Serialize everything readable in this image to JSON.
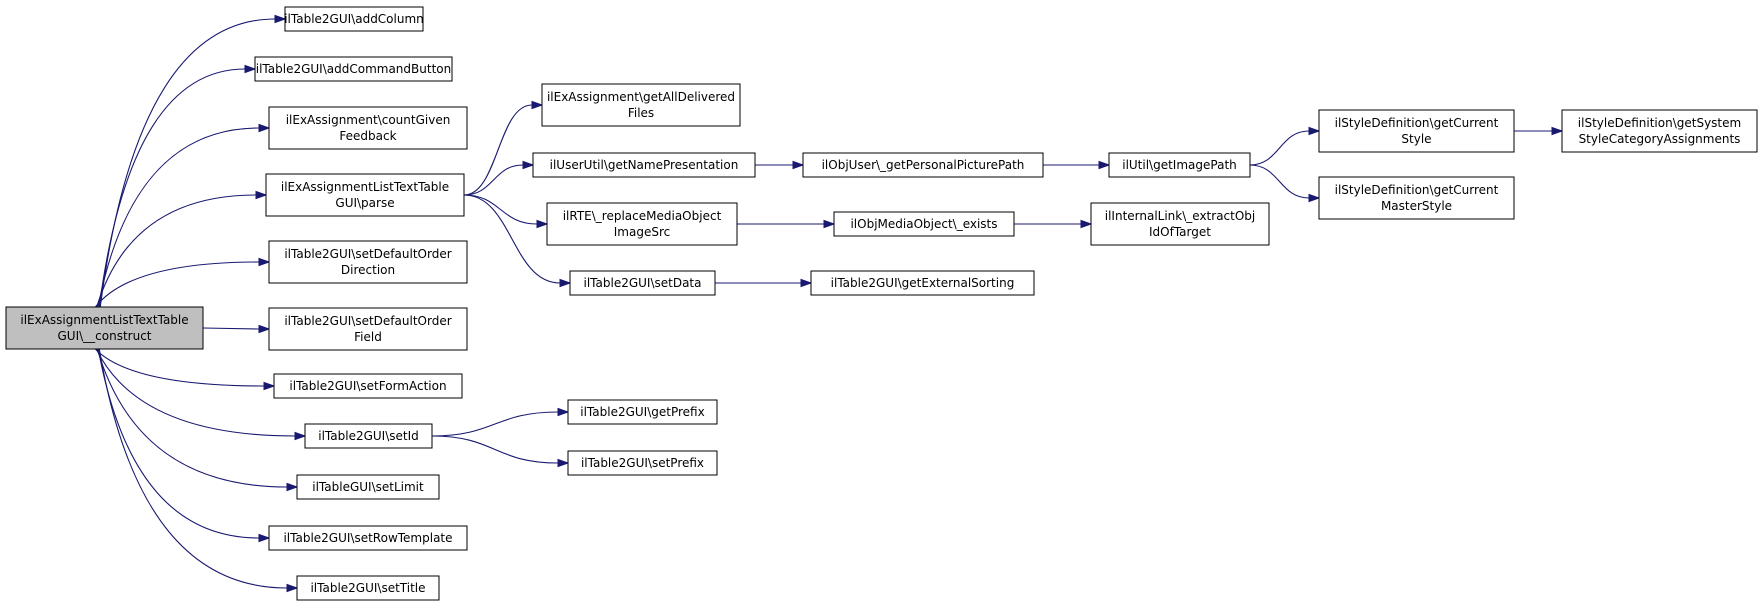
{
  "diagram": {
    "nodes": [
      {
        "id": "construct",
        "lines": [
          "ilExAssignmentListTextTable",
          "GUI\\__construct"
        ],
        "highlighted": true
      },
      {
        "id": "addColumn",
        "lines": [
          "ilTable2GUI\\addColumn"
        ]
      },
      {
        "id": "addCommandButton",
        "lines": [
          "ilTable2GUI\\addCommandButton"
        ]
      },
      {
        "id": "countGivenFeedback",
        "lines": [
          "ilExAssignment\\countGiven",
          "Feedback"
        ]
      },
      {
        "id": "parse",
        "lines": [
          "ilExAssignmentListTextTable",
          "GUI\\parse"
        ]
      },
      {
        "id": "setDefaultOrderDirection",
        "lines": [
          "ilTable2GUI\\setDefaultOrder",
          "Direction"
        ]
      },
      {
        "id": "setDefaultOrderField",
        "lines": [
          "ilTable2GUI\\setDefaultOrder",
          "Field"
        ]
      },
      {
        "id": "setFormAction",
        "lines": [
          "ilTable2GUI\\setFormAction"
        ]
      },
      {
        "id": "setId",
        "lines": [
          "ilTable2GUI\\setId"
        ]
      },
      {
        "id": "setLimit",
        "lines": [
          "ilTableGUI\\setLimit"
        ]
      },
      {
        "id": "setRowTemplate",
        "lines": [
          "ilTable2GUI\\setRowTemplate"
        ]
      },
      {
        "id": "setTitle",
        "lines": [
          "ilTable2GUI\\setTitle"
        ]
      },
      {
        "id": "getAllDeliveredFiles",
        "lines": [
          "ilExAssignment\\getAllDelivered",
          "Files"
        ]
      },
      {
        "id": "getNamePresentation",
        "lines": [
          "ilUserUtil\\getNamePresentation"
        ]
      },
      {
        "id": "replaceMediaObjectImageSrc",
        "lines": [
          "ilRTE\\_replaceMediaObject",
          "ImageSrc"
        ]
      },
      {
        "id": "setData",
        "lines": [
          "ilTable2GUI\\setData"
        ]
      },
      {
        "id": "getPrefix",
        "lines": [
          "ilTable2GUI\\getPrefix"
        ]
      },
      {
        "id": "setPrefix",
        "lines": [
          "ilTable2GUI\\setPrefix"
        ]
      },
      {
        "id": "getPersonalPicturePath",
        "lines": [
          "ilObjUser\\_getPersonalPicturePath"
        ]
      },
      {
        "id": "exists",
        "lines": [
          "ilObjMediaObject\\_exists"
        ]
      },
      {
        "id": "getExternalSorting",
        "lines": [
          "ilTable2GUI\\getExternalSorting"
        ]
      },
      {
        "id": "getImagePath",
        "lines": [
          "ilUtil\\getImagePath"
        ]
      },
      {
        "id": "extractObjIdOfTarget",
        "lines": [
          "ilInternalLink\\_extractObj",
          "IdOfTarget"
        ]
      },
      {
        "id": "getCurrentStyle",
        "lines": [
          "ilStyleDefinition\\getCurrent",
          "Style"
        ]
      },
      {
        "id": "getCurrentMasterStyle",
        "lines": [
          "ilStyleDefinition\\getCurrent",
          "MasterStyle"
        ]
      },
      {
        "id": "getSystemStyleCategoryAssignments",
        "lines": [
          "ilStyleDefinition\\getSystem",
          "StyleCategoryAssignments"
        ]
      }
    ],
    "edges": [
      {
        "from": "construct",
        "to": "addColumn"
      },
      {
        "from": "construct",
        "to": "addCommandButton"
      },
      {
        "from": "construct",
        "to": "countGivenFeedback"
      },
      {
        "from": "construct",
        "to": "parse"
      },
      {
        "from": "construct",
        "to": "setDefaultOrderDirection"
      },
      {
        "from": "construct",
        "to": "setDefaultOrderField"
      },
      {
        "from": "construct",
        "to": "setFormAction"
      },
      {
        "from": "construct",
        "to": "setId"
      },
      {
        "from": "construct",
        "to": "setLimit"
      },
      {
        "from": "construct",
        "to": "setRowTemplate"
      },
      {
        "from": "construct",
        "to": "setTitle"
      },
      {
        "from": "parse",
        "to": "getAllDeliveredFiles"
      },
      {
        "from": "parse",
        "to": "getNamePresentation"
      },
      {
        "from": "parse",
        "to": "replaceMediaObjectImageSrc"
      },
      {
        "from": "parse",
        "to": "setData"
      },
      {
        "from": "setId",
        "to": "getPrefix"
      },
      {
        "from": "setId",
        "to": "setPrefix"
      },
      {
        "from": "getNamePresentation",
        "to": "getPersonalPicturePath"
      },
      {
        "from": "replaceMediaObjectImageSrc",
        "to": "exists"
      },
      {
        "from": "setData",
        "to": "getExternalSorting"
      },
      {
        "from": "getPersonalPicturePath",
        "to": "getImagePath"
      },
      {
        "from": "exists",
        "to": "extractObjIdOfTarget"
      },
      {
        "from": "getImagePath",
        "to": "getCurrentStyle"
      },
      {
        "from": "getImagePath",
        "to": "getCurrentMasterStyle"
      },
      {
        "from": "getCurrentStyle",
        "to": "getSystemStyleCategoryAssignments"
      }
    ]
  }
}
